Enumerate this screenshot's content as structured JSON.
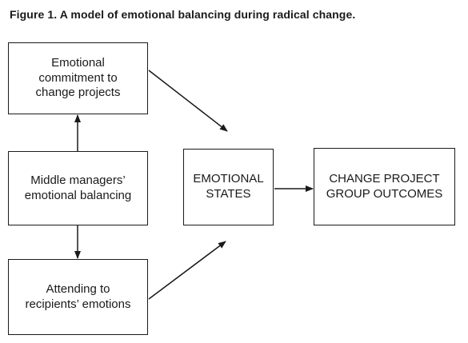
{
  "figure": {
    "title": "Figure 1. A model of emotional balancing during radical change."
  },
  "boxes": {
    "commitment": "Emotional\ncommitment to\nchange projects",
    "balancing": "Middle managers’\nemotional balancing",
    "attending": "Attending to\nrecipients’ emotions",
    "states": "EMOTIONAL\nSTATES",
    "outcomes": "CHANGE PROJECT\nGROUP OUTCOMES"
  },
  "colors": {
    "ink": "#1a1a1a",
    "background": "#ffffff"
  }
}
